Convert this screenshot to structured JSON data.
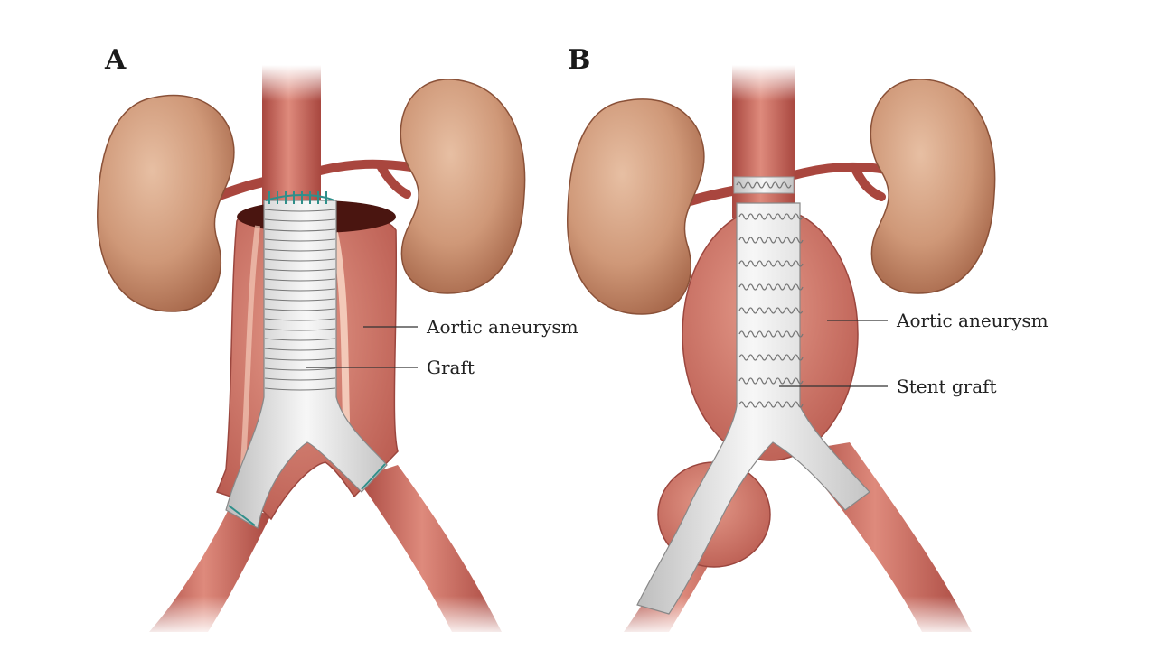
{
  "panels": [
    {
      "label": "A",
      "callouts": [
        "Aortic aneurysm",
        "Graft"
      ]
    },
    {
      "label": "B",
      "callouts": [
        "Aortic aneurysm",
        "Stent graft"
      ]
    }
  ],
  "colors": {
    "kidney": "#c98f6e",
    "artery": "#c8675c",
    "artery_dark": "#a14a42",
    "graft": "#e9e9e9",
    "suture": "#2f8f8a"
  }
}
